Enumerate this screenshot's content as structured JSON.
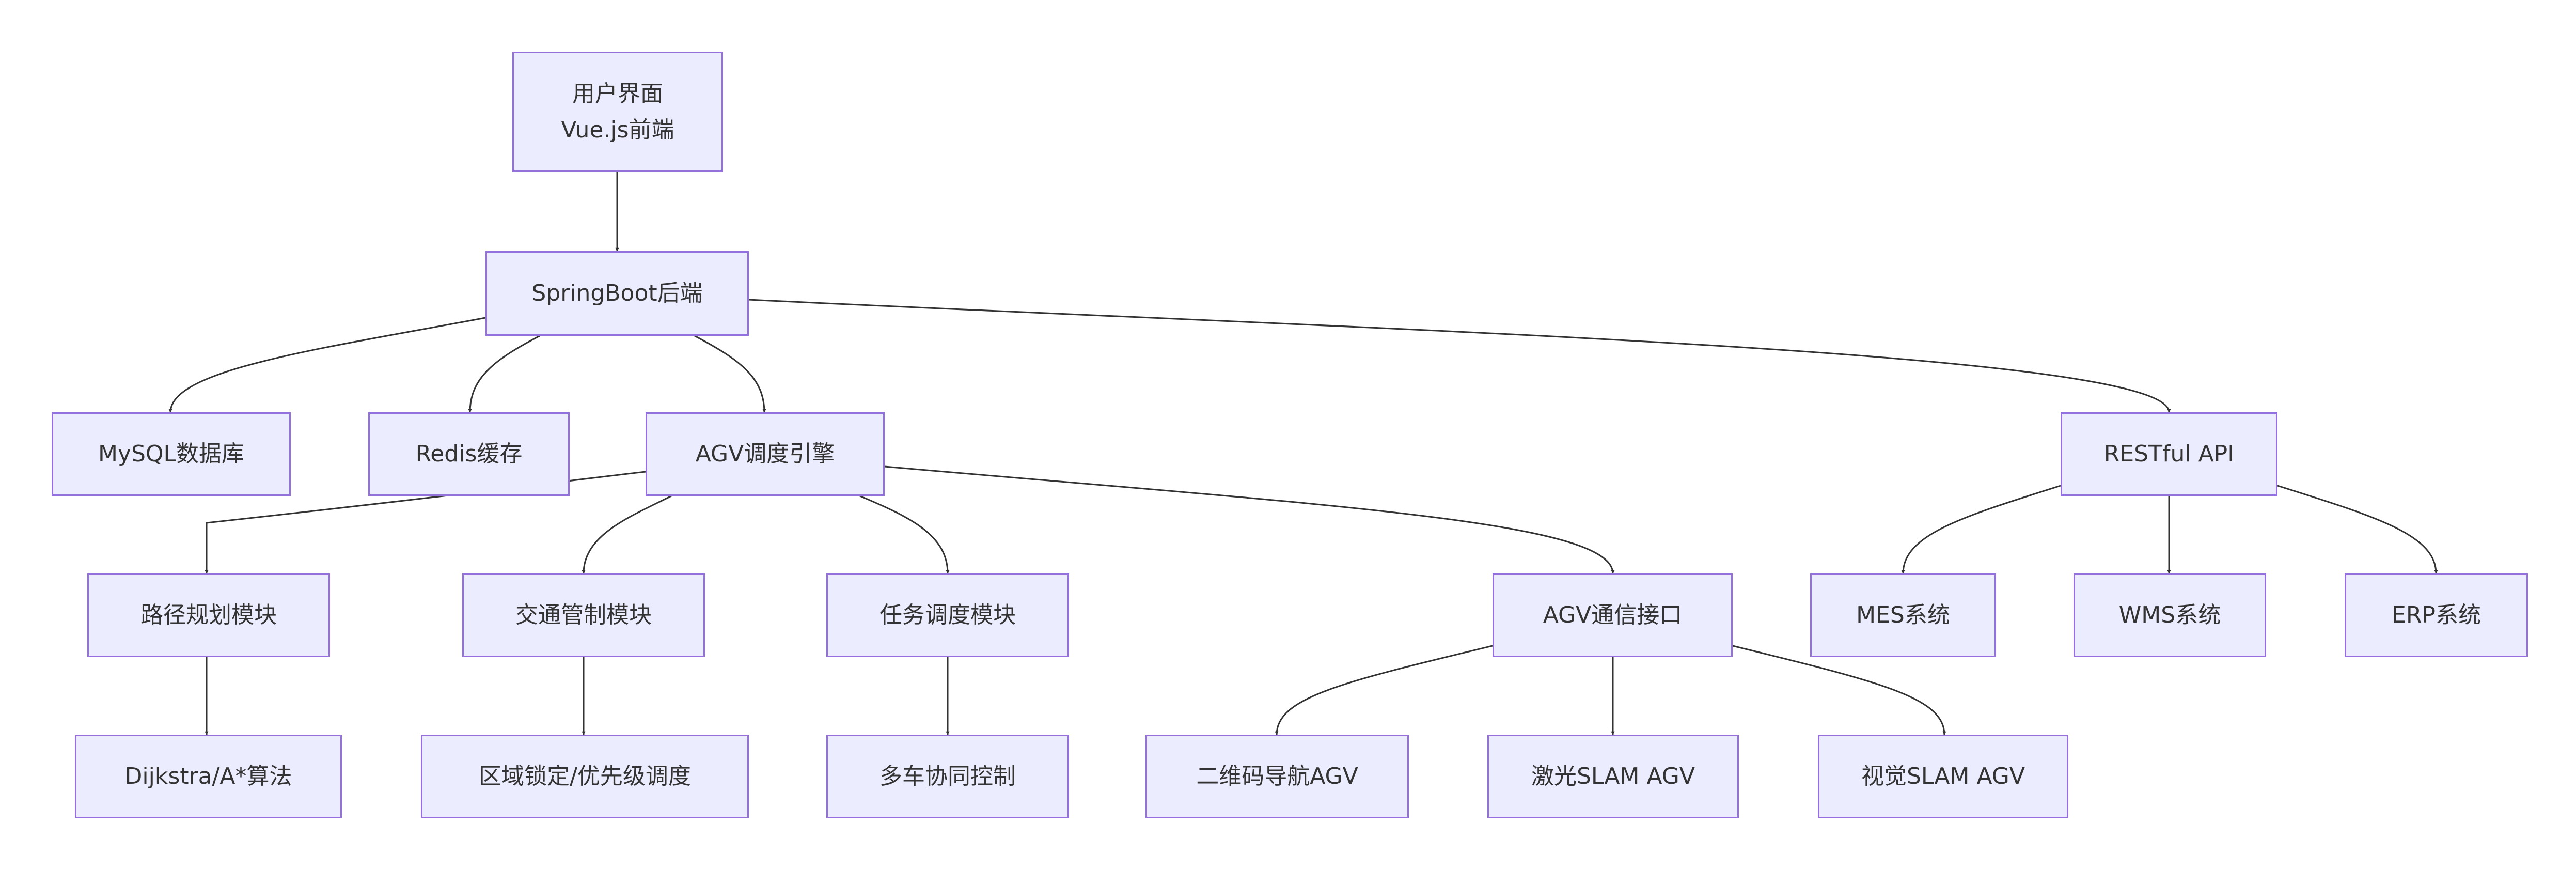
{
  "colors": {
    "node_fill": "#ECECFF",
    "node_border": "#9370DB",
    "edge": "#333333",
    "text": "#333333"
  },
  "nodes": {
    "frontend": {
      "line1": "用户界面",
      "line2": "Vue.js前端"
    },
    "backend": {
      "label": "SpringBoot后端"
    },
    "mysql": {
      "label": "MySQL数据库"
    },
    "redis": {
      "label": "Redis缓存"
    },
    "agv_engine": {
      "label": "AGV调度引擎"
    },
    "restful_api": {
      "label": "RESTful API"
    },
    "path_planning": {
      "label": "路径规划模块"
    },
    "traffic_control": {
      "label": "交通管制模块"
    },
    "task_scheduling": {
      "label": "任务调度模块"
    },
    "agv_comm": {
      "label": "AGV通信接口"
    },
    "mes": {
      "label": "MES系统"
    },
    "wms": {
      "label": "WMS系统"
    },
    "erp": {
      "label": "ERP系统"
    },
    "dijkstra": {
      "label": "Dijkstra/A*算法"
    },
    "zone_lock": {
      "label": "区域锁定/优先级调度"
    },
    "multi_vehicle": {
      "label": "多车协同控制"
    },
    "qr_agv": {
      "label": "二维码导航AGV"
    },
    "laser_agv": {
      "label": "激光SLAM AGV"
    },
    "vision_agv": {
      "label": "视觉SLAM AGV"
    }
  },
  "edges": [
    {
      "from": "frontend",
      "to": "backend"
    },
    {
      "from": "backend",
      "to": "mysql"
    },
    {
      "from": "backend",
      "to": "redis"
    },
    {
      "from": "backend",
      "to": "agv_engine"
    },
    {
      "from": "backend",
      "to": "restful_api"
    },
    {
      "from": "agv_engine",
      "to": "path_planning"
    },
    {
      "from": "agv_engine",
      "to": "traffic_control"
    },
    {
      "from": "agv_engine",
      "to": "task_scheduling"
    },
    {
      "from": "agv_engine",
      "to": "agv_comm"
    },
    {
      "from": "restful_api",
      "to": "mes"
    },
    {
      "from": "restful_api",
      "to": "wms"
    },
    {
      "from": "restful_api",
      "to": "erp"
    },
    {
      "from": "path_planning",
      "to": "dijkstra"
    },
    {
      "from": "traffic_control",
      "to": "zone_lock"
    },
    {
      "from": "task_scheduling",
      "to": "multi_vehicle"
    },
    {
      "from": "agv_comm",
      "to": "qr_agv"
    },
    {
      "from": "agv_comm",
      "to": "laser_agv"
    },
    {
      "from": "agv_comm",
      "to": "vision_agv"
    }
  ]
}
